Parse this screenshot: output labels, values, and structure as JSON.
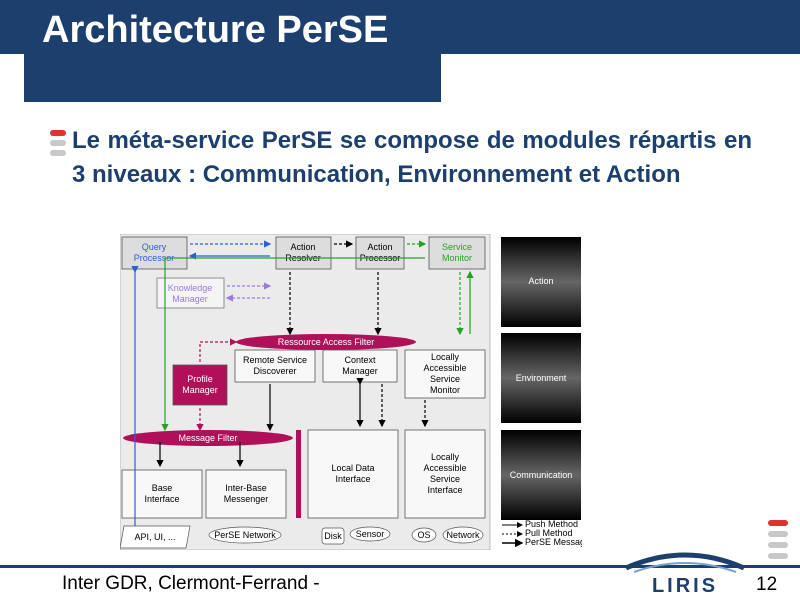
{
  "slide": {
    "title": "Architecture PerSE",
    "bullet": "Le méta-service PerSE se compose de modules répartis en 3 niveaux : Communication, Environnement et Action",
    "footer": "Inter GDR, Clermont-Ferrand -",
    "page_number": "12",
    "logo_text": "LIRIS"
  },
  "diagram": {
    "query_processor": [
      "Query",
      "Processor"
    ],
    "action_resolver": [
      "Action",
      "Resolver"
    ],
    "action_processor": [
      "Action",
      "Processor"
    ],
    "service_monitor": [
      "Service",
      "Monitor"
    ],
    "knowledge_manager": [
      "Knowledge",
      "Manager"
    ],
    "resource_access_filter": "Ressource Access Filter",
    "remote_service_discoverer": [
      "Remote Service",
      "Discoverer"
    ],
    "context_manager": [
      "Context",
      "Manager"
    ],
    "locally_accessible_service_monitor": [
      "Locally",
      "Accessible",
      "Service",
      "Monitor"
    ],
    "profile_manager": [
      "Profile",
      "Manager"
    ],
    "message_filter": "Message Filter",
    "base_interface": [
      "Base",
      "Interface"
    ],
    "inter_base_messenger": [
      "Inter-Base",
      "Messenger"
    ],
    "local_data_interface": [
      "Local Data",
      "Interface"
    ],
    "locally_accessible_service_interface": [
      "Locally",
      "Accessible",
      "Service",
      "Interface"
    ],
    "level_action": "Action",
    "level_environment": "Environment",
    "level_communication": "Communication",
    "api_ui": "API, UI, ...",
    "perse_network": "PerSE Network",
    "disk": "Disk",
    "sensor": "Sensor",
    "os": "OS",
    "network": "Network",
    "legend_push": "Push Method",
    "legend_pull": "Pull Method",
    "legend_message": "PerSE Message"
  },
  "colors": {
    "navy": "#1c3f6e",
    "green": "#22a422",
    "magenta": "#b0105a",
    "purple": "#9a7ad6",
    "blue": "#2b5fd8"
  }
}
